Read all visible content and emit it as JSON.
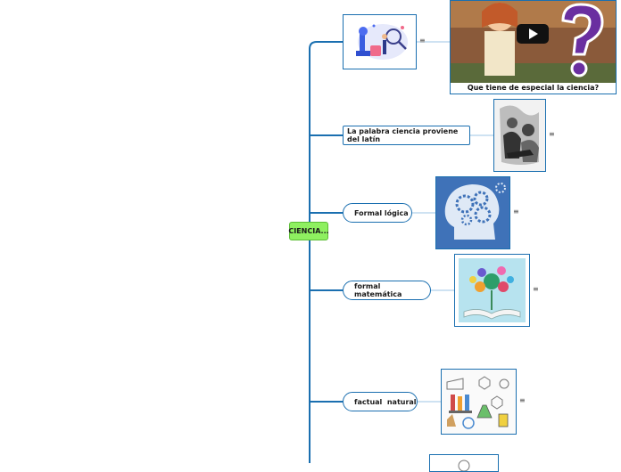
{
  "root": {
    "label": "CIENCIA..."
  },
  "topics": [
    {
      "label": "",
      "image": "science-lab-illustration"
    },
    {
      "label": "La palabra ciencia proviene del latín",
      "image": "engraving-philosophers"
    },
    {
      "label": "Formal lógica",
      "image": "brain-gears"
    },
    {
      "label": "formal matemática",
      "image": "open-book-ideas"
    },
    {
      "label": "factual  natural",
      "image": "chemistry-sketch"
    }
  ],
  "video": {
    "caption": "Que tiene de especial la ciencia?",
    "icon": "play-icon"
  },
  "notes_icon": "≡",
  "colors": {
    "line": "#1a6fb0",
    "root": "#8ef060",
    "question": "#6a2fa0"
  }
}
